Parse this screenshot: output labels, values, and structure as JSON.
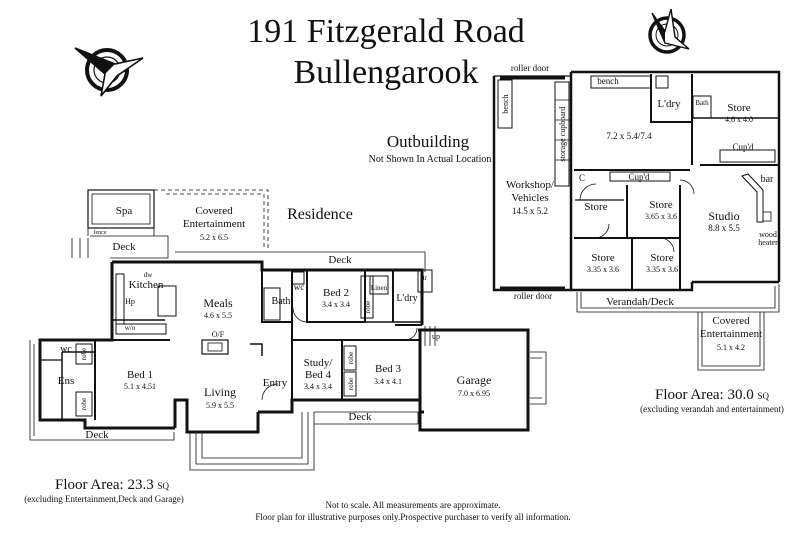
{
  "title": {
    "line1": "191 Fitzgerald Road",
    "line2": "Bullengarook"
  },
  "outbuilding": {
    "heading": "Outbuilding",
    "note": "Not Shown In Actual Location",
    "labels": {
      "roller_door_top": "roller door",
      "roller_door_bottom": "roller door",
      "bench_left": "bench",
      "bench_top": "bench",
      "storage_cupboard": "storage cupboard",
      "workshop_l1": "Workshop/",
      "workshop_l2": "Vehicles",
      "workshop_dim": "14.5 x 5.2",
      "main_dim": "7.2 x 5.4/7.4",
      "c_label": "C",
      "cupd_mid": "Cup'd",
      "cupd_right": "Cup'd",
      "ldry": "L'dry",
      "bath": "Bath",
      "store_tr": "Store",
      "store_tr_dim": "4.6 x 4.0",
      "bar": "bar",
      "store_small": "Store",
      "store_mid": "Store",
      "store_mid_dim": "3.65 x 3.6",
      "studio": "Studio",
      "studio_dim": "8.8 x 5.5",
      "wood_l1": "wood",
      "wood_l2": "heater",
      "store_bl": "Store",
      "store_bl_dim": "3.35 x 3.6",
      "store_br": "Store",
      "store_br_dim": "3.35 x 3.6",
      "verandah": "Verandah/Deck",
      "covered_l1": "Covered",
      "covered_l2": "Entertainment",
      "covered_dim": "5.1 x 4.2"
    },
    "floor_area": {
      "label": "Floor Area: 30.0",
      "unit": "SQ",
      "note": "(excluding verandah and entertainment)"
    }
  },
  "residence": {
    "heading": "Residence",
    "labels": {
      "spa": "Spa",
      "fence": "fence",
      "deck_left": "Deck",
      "covered_l1": "Covered",
      "covered_l2": "Entertainment",
      "covered_dim": "5.2 x 6.5",
      "deck_top": "Deck",
      "kitchen": "Kitchen",
      "dw": "dw",
      "hp": "Hp",
      "wo": "w/o",
      "meals": "Meals",
      "meals_dim": "4.6 x 5.5",
      "of": "O/F",
      "bath": "Bath",
      "wc_top": "wc",
      "bed2": "Bed 2",
      "bed2_dim": "3.4 x 3.4",
      "linen": "Linen",
      "ldry": "L'dry",
      "tr": "tr",
      "robe_bed2": "robe",
      "up": "up",
      "wc_ens": "wc",
      "ens": "Ens",
      "robe_ens1": "robe",
      "robe_ens2": "robe",
      "bed1": "Bed 1",
      "bed1_dim": "5.1 x 4.51",
      "living": "Living",
      "living_dim": "5.9 x 5.5",
      "entry": "Entry",
      "study_l1": "Study/",
      "study_l2": "Bed 4",
      "study_dim": "3.4 x 3.4",
      "robe_s1": "robe",
      "robe_s2": "robe",
      "bed3": "Bed 3",
      "bed3_dim": "3.4 x 4.1",
      "garage": "Garage",
      "garage_dim": "7.0 x 6.95",
      "deck_mid": "Deck",
      "deck_bottom": "Deck"
    },
    "floor_area": {
      "label": "Floor Area: 23.3",
      "unit": "SQ",
      "note": "(excluding Entertainment,Deck and Garage)"
    }
  },
  "disclaimer": {
    "line1": "Not to scale. All measurements are approximate.",
    "line2": "Floor plan for illustrative purposes only.Prospective purchaser to verify all information."
  },
  "icons": [
    "compass-icon",
    "compass-icon"
  ]
}
